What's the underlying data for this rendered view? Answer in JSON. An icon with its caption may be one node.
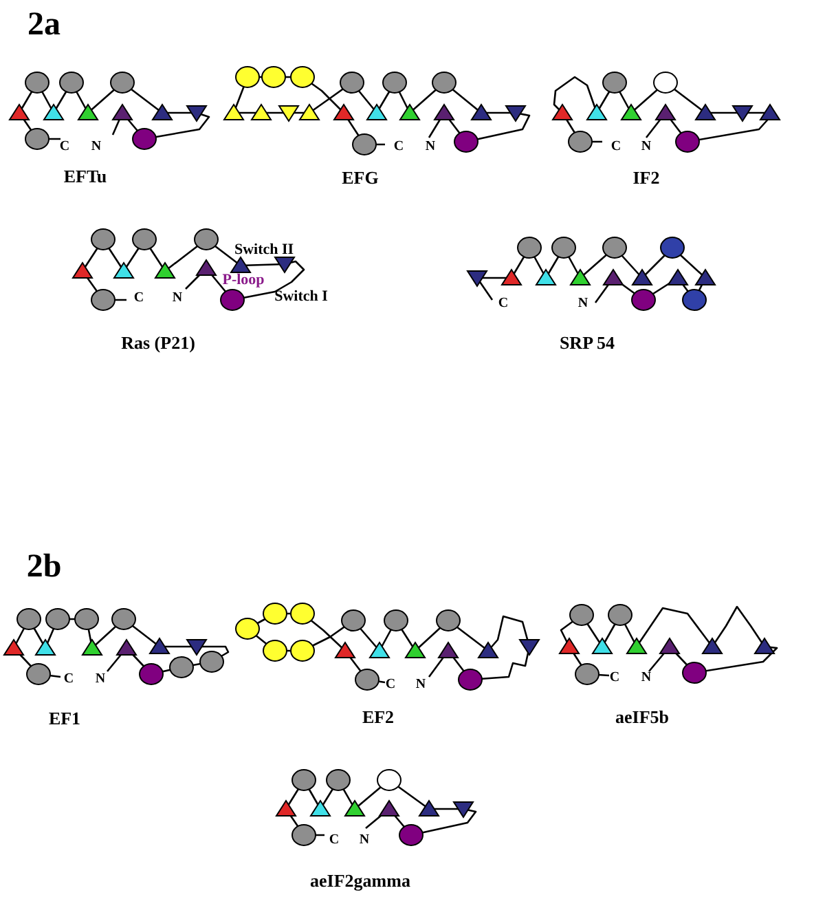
{
  "diagram": {
    "labels": [
      "2a",
      "C",
      "N",
      "EFTu",
      "C",
      "N",
      "EFG",
      "C",
      "N",
      "IF2",
      "Switch II",
      "P-loop",
      "C",
      "N",
      "Switch I",
      "Ras (P21)",
      "C",
      "N",
      "SRP 54",
      "2b",
      "C",
      "N",
      "EF1",
      "C",
      "N",
      "EF2",
      "C",
      "N",
      "aeIF5b",
      "C",
      "N",
      "aeIF2gamma"
    ]
  }
}
